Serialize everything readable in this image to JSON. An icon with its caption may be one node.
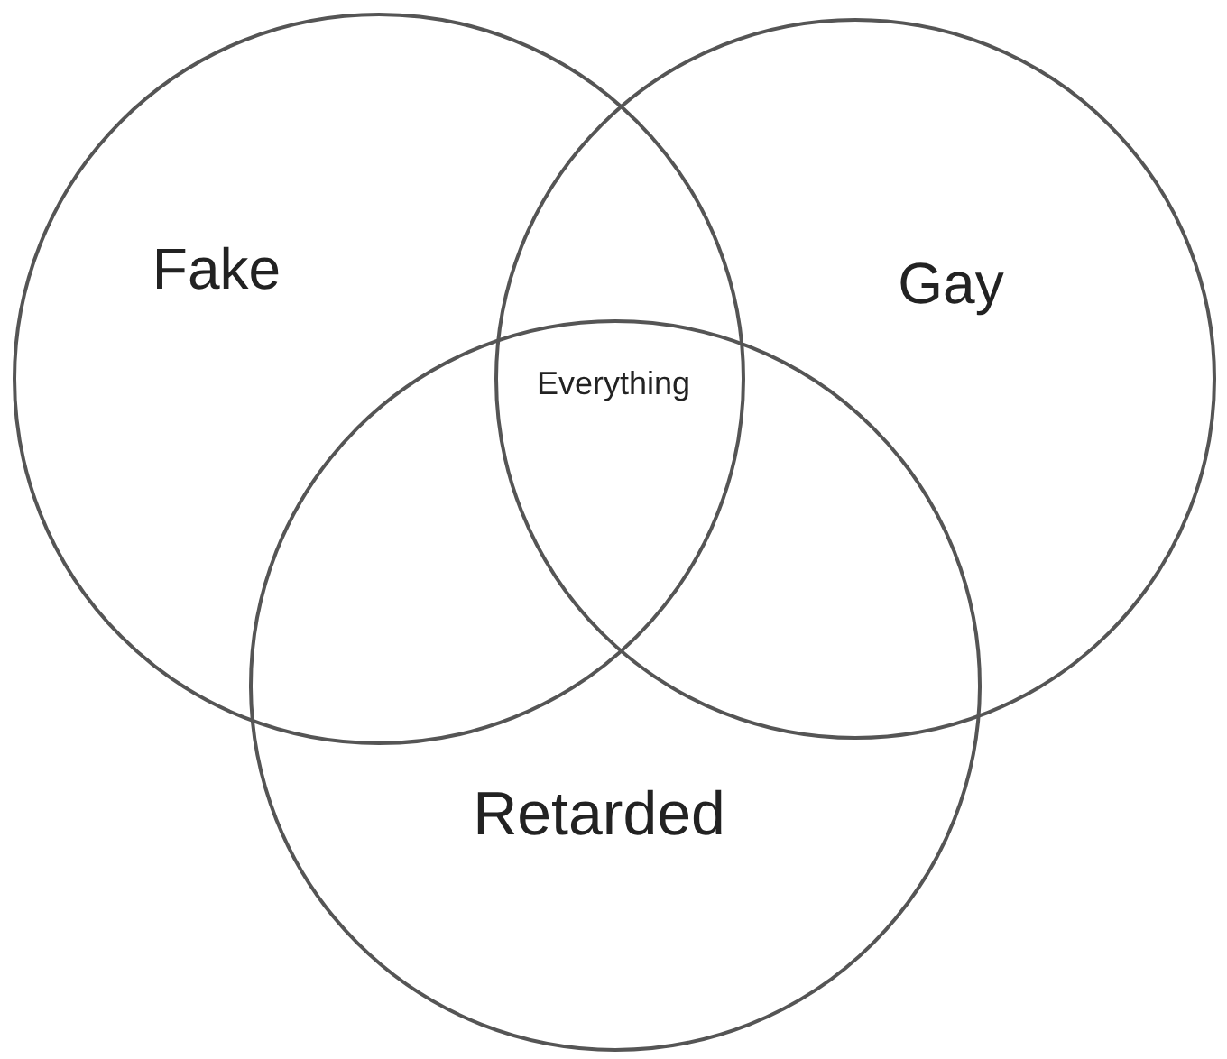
{
  "diagram": {
    "nodes": [
      {
        "text": [
          "Fake"
        ]
      },
      {
        "text": [
          "Gay"
        ]
      },
      {
        "text": [
          "Retarded"
        ]
      }
    ],
    "edges": [],
    "labels": [
      "Everything"
    ]
  }
}
